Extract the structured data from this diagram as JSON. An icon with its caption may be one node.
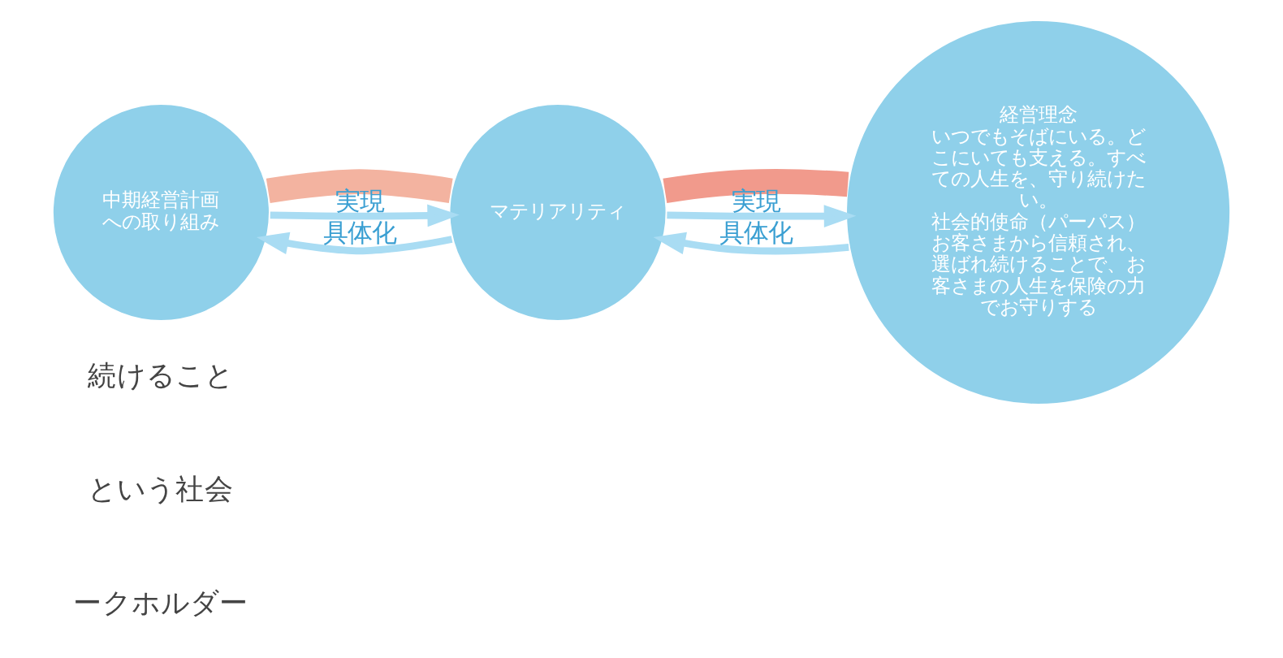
{
  "diagram": {
    "nodes": [
      {
        "text": [
          "中期経営計画への取り組み"
        ]
      },
      {
        "text": [
          "マテリアリティ"
        ]
      },
      {
        "text": [
          "経営理念",
          "いつでもそばにいる。どこにいても支える。すべての人生を、守り続けたい。",
          "社会的使命（パーパス）",
          "お客さまから信頼され、選ばれ続けることで、お客さまの人生を保険の力でお守りする"
        ]
      }
    ],
    "edges": [
      {
        "from": 0,
        "to": 1,
        "arrow": "none",
        "style": "thick",
        "color": "#f3b3a0"
      },
      {
        "from": 0,
        "to": 1,
        "arrow": "to",
        "label": "実現"
      },
      {
        "from": 1,
        "to": 0,
        "arrow": "to",
        "label": "具体化"
      },
      {
        "from": 1,
        "to": 2,
        "arrow": "none",
        "style": "thick",
        "color": "#f19a8c"
      },
      {
        "from": 1,
        "to": 2,
        "arrow": "to",
        "label": "実現"
      },
      {
        "from": 2,
        "to": 1,
        "arrow": "to",
        "label": "具体化"
      }
    ],
    "labels": [
      "続けること",
      "という社会",
      "ークホルダー"
    ]
  }
}
